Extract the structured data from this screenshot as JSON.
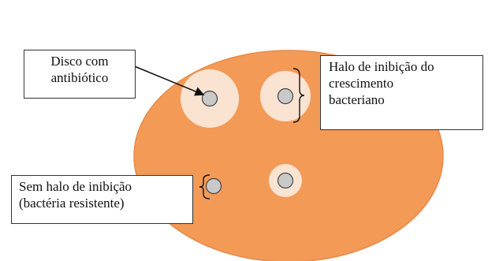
{
  "colors": {
    "plate": "#f39a57",
    "plate_edge": "#e8894a",
    "halo": "#fbe3d2",
    "disk": "#c9c9c9",
    "disk_stroke": "#444444",
    "line": "#111111"
  },
  "labels": {
    "disk_with_antibiotic": [
      "Disco com",
      "antibiótico"
    ],
    "inhibition_halo": [
      "Halo de inibição do",
      "crescimento",
      "bacteriano"
    ],
    "no_halo": [
      "Sem halo de inibição",
      "(bactéria resistente)"
    ]
  }
}
